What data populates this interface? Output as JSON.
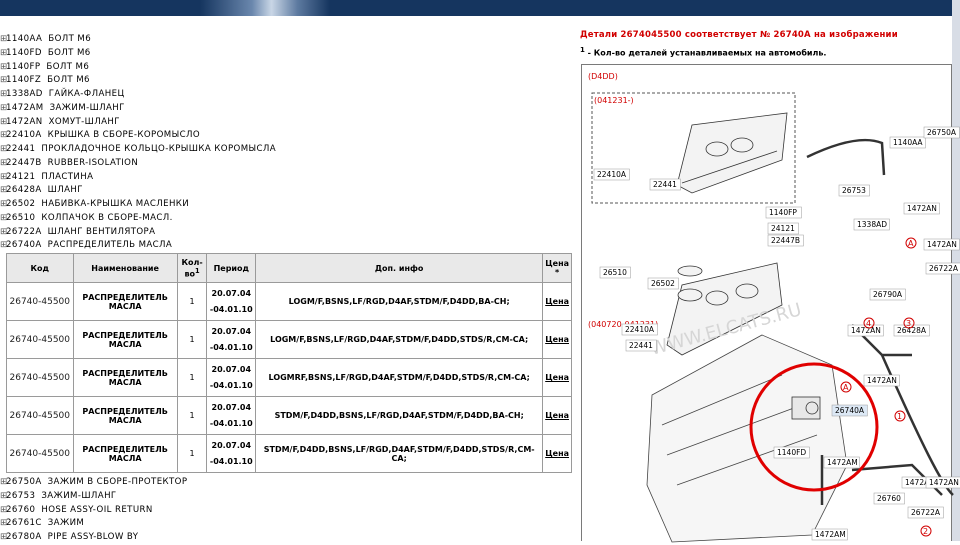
{
  "parts_top": [
    {
      "code": "1140AA",
      "name": "БОЛТ М6"
    },
    {
      "code": "1140FD",
      "name": "БОЛТ М6"
    },
    {
      "code": "1140FP",
      "name": "БОЛТ М6"
    },
    {
      "code": "1140FZ",
      "name": "БОЛТ М6"
    },
    {
      "code": "1338AD",
      "name": "ГАЙКА-ФЛАНЕЦ"
    },
    {
      "code": "1472AM",
      "name": "ЗАЖИМ-ШЛАНГ"
    },
    {
      "code": "1472AN",
      "name": "ХОМУТ-ШЛАНГ"
    },
    {
      "code": "22410A",
      "name": "КРЫШКА В СБОРЕ-КОРОМЫСЛО"
    },
    {
      "code": "22441",
      "name": "ПРОКЛАДОЧНОЕ КОЛЬЦО-КРЫШКА КОРОМЫСЛА"
    },
    {
      "code": "22447B",
      "name": "RUBBER-ISOLATION"
    },
    {
      "code": "24121",
      "name": "ПЛАСТИНА"
    },
    {
      "code": "26428A",
      "name": "ШЛАНГ"
    },
    {
      "code": "26502",
      "name": "НАБИВКА-КРЫШКА МАСЛЕНКИ"
    },
    {
      "code": "26510",
      "name": "КОЛПАЧОК В СБОРЕ-МАСЛ."
    },
    {
      "code": "26722A",
      "name": "ШЛАНГ ВЕНТИЛЯТОРА"
    },
    {
      "code": "26740A",
      "name": "РАСПРЕДЕЛИТЕЛЬ МАСЛА"
    }
  ],
  "table": {
    "headers": {
      "code": "Код",
      "name": "Наименование",
      "qty": "Кол-во",
      "qty_sup": "1",
      "period": "Период",
      "info": "Доп. инфо",
      "price": "Цена",
      "price_sup": "*"
    },
    "rows": [
      {
        "code": "26740-45500",
        "name": "РАСПРЕДЕЛИТЕЛЬ МАСЛА",
        "qty": "1",
        "from": "20.07.04",
        "to": "-04.01.10",
        "info": "LOGM/F,BSNS,LF/RGD,D4AF,STDM/F,D4DD,BA-CH;",
        "price": "Цена"
      },
      {
        "code": "26740-45500",
        "name": "РАСПРЕДЕЛИТЕЛЬ МАСЛА",
        "qty": "1",
        "from": "20.07.04",
        "to": "-04.01.10",
        "info": "LOGM/F,BSNS,LF/RGD,D4AF,STDM/F,D4DD,STDS/R,CM-CA;",
        "price": "Цена"
      },
      {
        "code": "26740-45500",
        "name": "РАСПРЕДЕЛИТЕЛЬ МАСЛА",
        "qty": "1",
        "from": "20.07.04",
        "to": "-04.01.10",
        "info": "LOGMRF,BSNS,LF/RGD,D4AF,STDM/F,D4DD,STDS/R,CM-CA;",
        "price": "Цена"
      },
      {
        "code": "26740-45500",
        "name": "РАСПРЕДЕЛИТЕЛЬ МАСЛА",
        "qty": "1",
        "from": "20.07.04",
        "to": "-04.01.10",
        "info": "STDM/F,D4DD,BSNS,LF/RGD,D4AF,STDM/F,D4DD,BA-CH;",
        "price": "Цена"
      },
      {
        "code": "26740-45500",
        "name": "РАСПРЕДЕЛИТЕЛЬ МАСЛА",
        "qty": "1",
        "from": "20.07.04",
        "to": "-04.01.10",
        "info": "STDM/F,D4DD,BSNS,LF/RGD,D4AF,STDM/F,D4DD,STDS/R,CM-CA;",
        "price": "Цена"
      }
    ]
  },
  "parts_bottom": [
    {
      "code": "26750A",
      "name": "ЗАЖИМ В СБОРЕ-ПРОТЕКТОР"
    },
    {
      "code": "26753",
      "name": "ЗАЖИМ-ШЛАНГ"
    },
    {
      "code": "26760",
      "name": "HOSE ASSY-OIL RETURN"
    },
    {
      "code": "26761C",
      "name": "ЗАЖИМ"
    },
    {
      "code": "26780A",
      "name": "PIPE ASSY-BLOW BY"
    }
  ],
  "details": {
    "title": "Детали 2674045500 соответствует № 26740A на изображении",
    "note_sup": "1",
    "note": " - Кол-во деталей устанавливаемых на автомобиль."
  },
  "diagram": {
    "engine": "(D4DD)",
    "range1": "(041231-)",
    "range2": "(040720-041231)",
    "watermark": "WWW.ELCATS.RU",
    "labels": [
      "22410A",
      "22441",
      "1140FP",
      "24121",
      "22447B",
      "26510",
      "26502",
      "22410A",
      "22441",
      "1140AA",
      "26750A",
      "26753",
      "1338AD",
      "1472AN",
      "1472AN",
      "26722A",
      "26790A",
      "1472AN",
      "26428A",
      "1472AN",
      "26740A",
      "1140FD",
      "1472AM",
      "1472AN",
      "26760",
      "1472AN",
      "26722A",
      "1472AM"
    ],
    "callouts": [
      "A",
      "A",
      "4",
      "3",
      "1",
      "2"
    ],
    "colors": {
      "highlight": "#e00000",
      "callout": "#d10000"
    }
  }
}
